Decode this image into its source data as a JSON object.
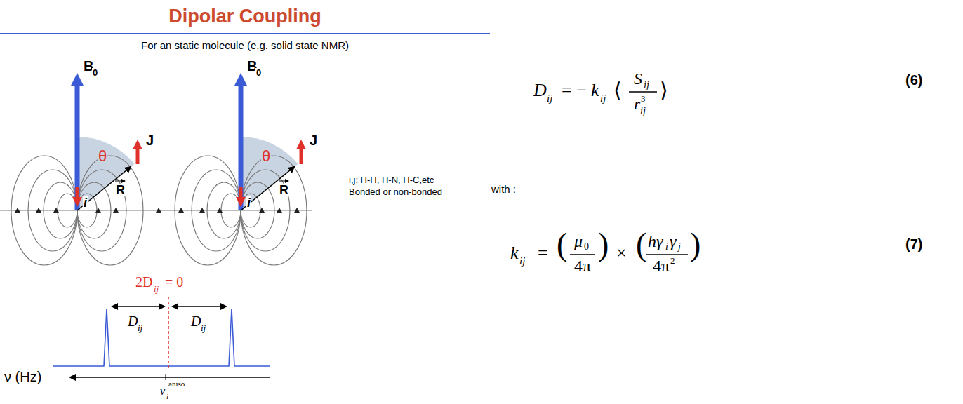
{
  "diagram": {
    "title": "Dipolar Coupling",
    "labels": [
      "For an static molecule (e.g. solid state NMR)",
      "B",
      "0",
      "θ",
      "J",
      "R",
      "i",
      "B",
      "0",
      "θ",
      "J",
      "R",
      "i",
      "i,j: H-H, H-N, H-C,etc",
      "Bonded or non-bonded",
      "2D",
      "ij",
      "= 0",
      "D",
      "ij",
      "D",
      "ij",
      "ν (Hz)",
      "ν",
      "i",
      "aniso",
      "D",
      "ij",
      "= −",
      "k",
      "ij",
      "⟨",
      "S",
      "ij",
      "r",
      "ij",
      "3",
      "⟩",
      "(6)",
      "with :",
      "k",
      "ij",
      "=",
      "(",
      "μ",
      "0",
      "4π",
      ")",
      "×",
      "(",
      "hγ",
      "i",
      "γ",
      "j",
      "4π",
      "2",
      ")",
      "(7)"
    ]
  }
}
